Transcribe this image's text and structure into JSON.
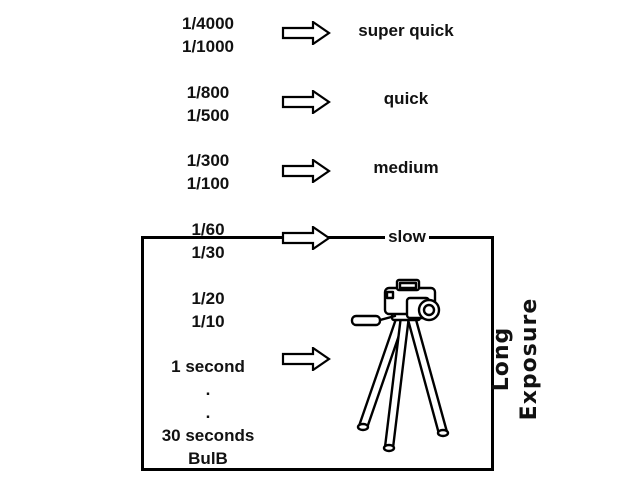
{
  "rows": [
    {
      "speeds": [
        "1/4000",
        "1/1000"
      ],
      "label": "super quick"
    },
    {
      "speeds": [
        "1/800",
        "1/500"
      ],
      "label": "quick"
    },
    {
      "speeds": [
        "1/300",
        "1/100"
      ],
      "label": "medium"
    },
    {
      "speeds": [
        "1/60",
        "1/30"
      ],
      "label": "slow"
    }
  ],
  "long_exposure": {
    "title": "Long Exposure",
    "speeds_a": [
      "1/20",
      "1/10"
    ],
    "speeds_b": [
      "1 second",
      ".",
      ".",
      "30 seconds",
      "BulB"
    ]
  },
  "icons": [
    "right-arrow-icon",
    "camera-on-tripod-icon"
  ]
}
